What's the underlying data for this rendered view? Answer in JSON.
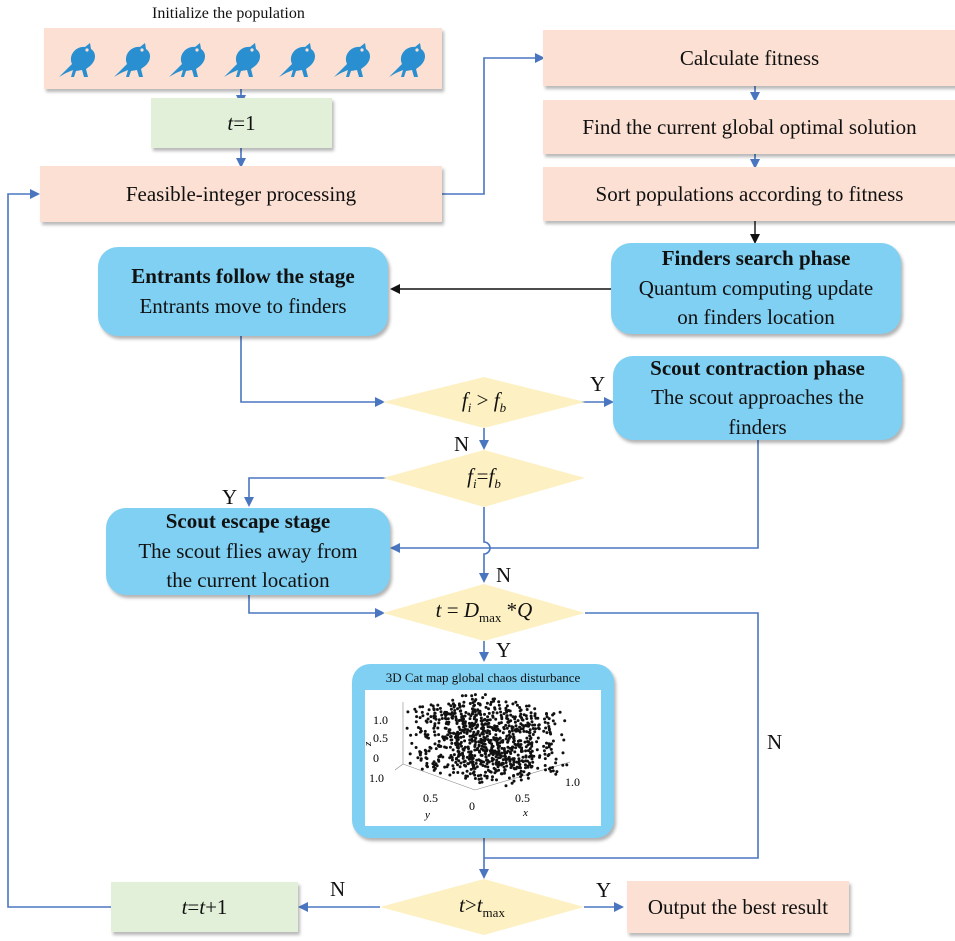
{
  "init": {
    "label": "Initialize the population",
    "bird_count": 7,
    "bird_icon": "bird-icon",
    "bird_color": "#2a8fd0"
  },
  "t1": {
    "var": "t",
    "rest": "=1"
  },
  "feasible": {
    "label": "Feasible-integer processing"
  },
  "calc": {
    "label": "Calculate fitness"
  },
  "find": {
    "label": "Find the current global optimal solution"
  },
  "sort": {
    "label": "Sort populations according to fitness"
  },
  "finders": {
    "title": "Finders search phase",
    "line1": "Quantum computing update",
    "line2": "on finders location"
  },
  "entrants": {
    "title": "Entrants follow the stage",
    "line1": "Entrants move to finders"
  },
  "scout_contract": {
    "title": "Scout contraction phase",
    "line1": "The scout approaches the",
    "line2": "finders"
  },
  "scout_escape": {
    "title": "Scout escape stage",
    "line1": "The scout flies away from",
    "line2": "the current location"
  },
  "d1": {
    "f": "f",
    "i": "i",
    "op": " > ",
    "b": "b"
  },
  "d2": {
    "f": "f",
    "i": "i",
    "op": "=",
    "b": "b"
  },
  "d3": {
    "t": "t",
    "eq": " = ",
    "D": "D",
    "max": "max",
    "rest": " *",
    "Q": "Q"
  },
  "d4": {
    "t": "t",
    "op": ">",
    "t2": "t",
    "max": "max"
  },
  "chaos": {
    "title": "3D Cat map global chaos disturbance",
    "z_label": "z",
    "y_label": "y",
    "x_label": "x",
    "z_ticks": [
      "1.0",
      "0.5",
      "0"
    ],
    "y_ticks": [
      "1.0",
      "0.5",
      "0"
    ],
    "x_ticks": [
      "0.5",
      "1.0"
    ]
  },
  "t_inc": {
    "t": "t",
    "rest1": "=",
    "t2": "t",
    "rest2": "+1"
  },
  "output": {
    "label": "Output the best result"
  },
  "labels": {
    "y": "Y",
    "n": "N"
  },
  "colors": {
    "peach": "#fbe0d3",
    "green": "#e3f0d9",
    "blue": "#7fd0f2",
    "diamond": "#fdf0c2",
    "line": "#4a76c0"
  }
}
